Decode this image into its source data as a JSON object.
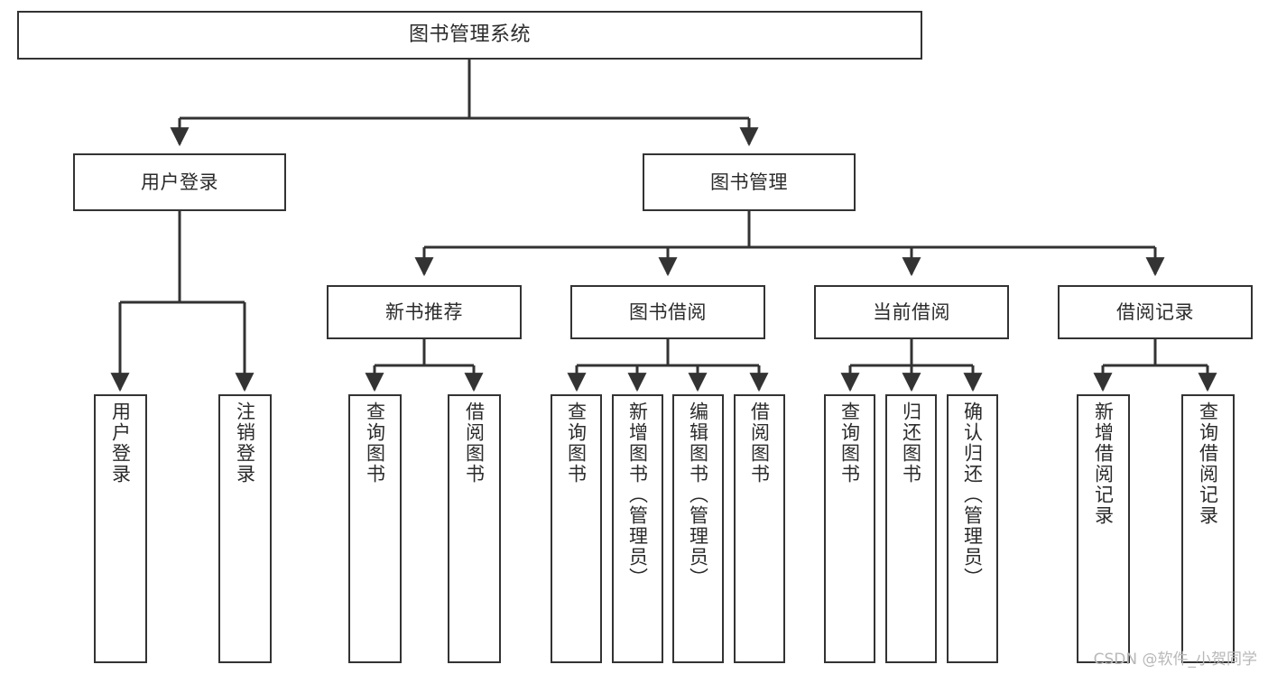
{
  "diagram": {
    "title": "图书管理系统",
    "type": "tree",
    "colors": {
      "node_border": "#333333",
      "node_fill": "#ffffff",
      "text": "#2b2b2b",
      "edge": "#333333",
      "watermark": "#b8b8b8",
      "background": "#ffffff"
    },
    "nodes": {
      "root": {
        "label": "图书管理系统"
      },
      "level2": [
        {
          "id": "user-login",
          "label": "用户登录"
        },
        {
          "id": "book-management",
          "label": "图书管理"
        }
      ],
      "level3": [
        {
          "id": "new-book-recommend",
          "label": "新书推荐"
        },
        {
          "id": "book-borrow",
          "label": "图书借阅"
        },
        {
          "id": "current-borrow",
          "label": "当前借阅"
        },
        {
          "id": "borrow-record",
          "label": "借阅记录"
        }
      ],
      "leaves": {
        "user-login": [
          {
            "id": "leaf-user-login",
            "label": "用户登录"
          },
          {
            "id": "leaf-logout-login",
            "label": "注销登录"
          }
        ],
        "new-book-recommend": [
          {
            "id": "leaf-query-book-1",
            "label": "查询图书"
          },
          {
            "id": "leaf-borrow-book-1",
            "label": "借阅图书"
          }
        ],
        "book-borrow": [
          {
            "id": "leaf-query-book-2",
            "label": "查询图书"
          },
          {
            "id": "leaf-add-book",
            "label": "新增图书（管理员）"
          },
          {
            "id": "leaf-edit-book",
            "label": "编辑图书（管理员）"
          },
          {
            "id": "leaf-borrow-book-2",
            "label": "借阅图书"
          }
        ],
        "current-borrow": [
          {
            "id": "leaf-query-book-3",
            "label": "查询图书"
          },
          {
            "id": "leaf-return-book",
            "label": "归还图书"
          },
          {
            "id": "leaf-confirm-return",
            "label": "确认归还（管理员）"
          }
        ],
        "borrow-record": [
          {
            "id": "leaf-add-record",
            "label": "新增借阅记录"
          },
          {
            "id": "leaf-query-record",
            "label": "查询借阅记录"
          }
        ]
      }
    },
    "watermark": "CSDN @软件_小贺同学"
  }
}
